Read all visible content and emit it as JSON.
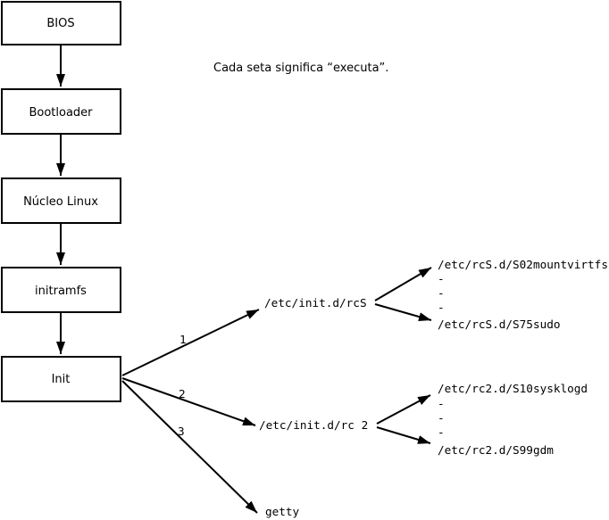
{
  "note": "Cada seta significa “executa”.",
  "colors": {
    "foreground": "#000000",
    "background": "#ffffff"
  },
  "flow": {
    "boxes": [
      {
        "label": "BIOS"
      },
      {
        "label": "Bootloader"
      },
      {
        "label": "Núcleo Linux"
      },
      {
        "label": "initramfs"
      },
      {
        "label": "Init"
      }
    ]
  },
  "branches": [
    {
      "number": "1",
      "target": "/etc/init.d/rcS",
      "script_first": "/etc/rcS.d/S02mountvirtfs",
      "dots": [
        "-",
        "-",
        "-"
      ],
      "script_last": "/etc/rcS.d/S75sudo"
    },
    {
      "number": "2",
      "target": "/etc/init.d/rc 2",
      "script_first": "/etc/rc2.d/S10sysklogd",
      "dots": [
        "-",
        "-",
        "-"
      ],
      "script_last": "/etc/rc2.d/S99gdm"
    },
    {
      "number": "3",
      "target": "getty"
    }
  ]
}
